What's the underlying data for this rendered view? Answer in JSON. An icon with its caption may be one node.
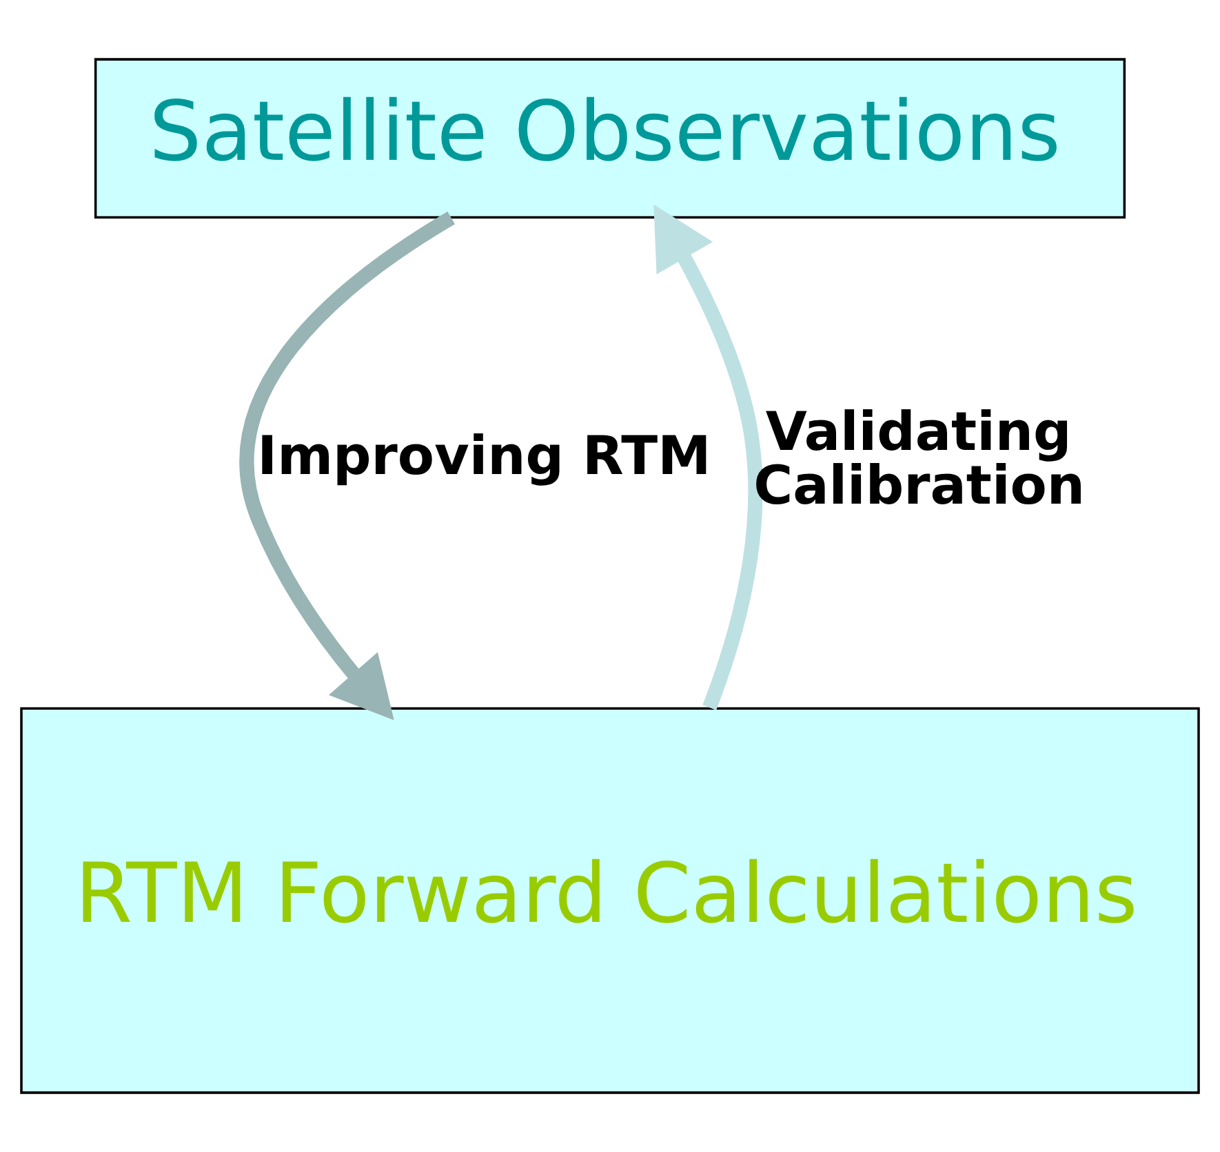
{
  "diagram": {
    "nodes": [
      {
        "text": [
          "Satellite Observations"
        ]
      },
      {
        "text": [
          "RTM Forward Calculations"
        ]
      }
    ],
    "edges": [
      {
        "from": 0,
        "to": 1,
        "arrow": "to",
        "label": "Improving RTM"
      },
      {
        "from": 1,
        "to": 0,
        "arrow": "to",
        "label": "Validating Calibration"
      }
    ]
  }
}
